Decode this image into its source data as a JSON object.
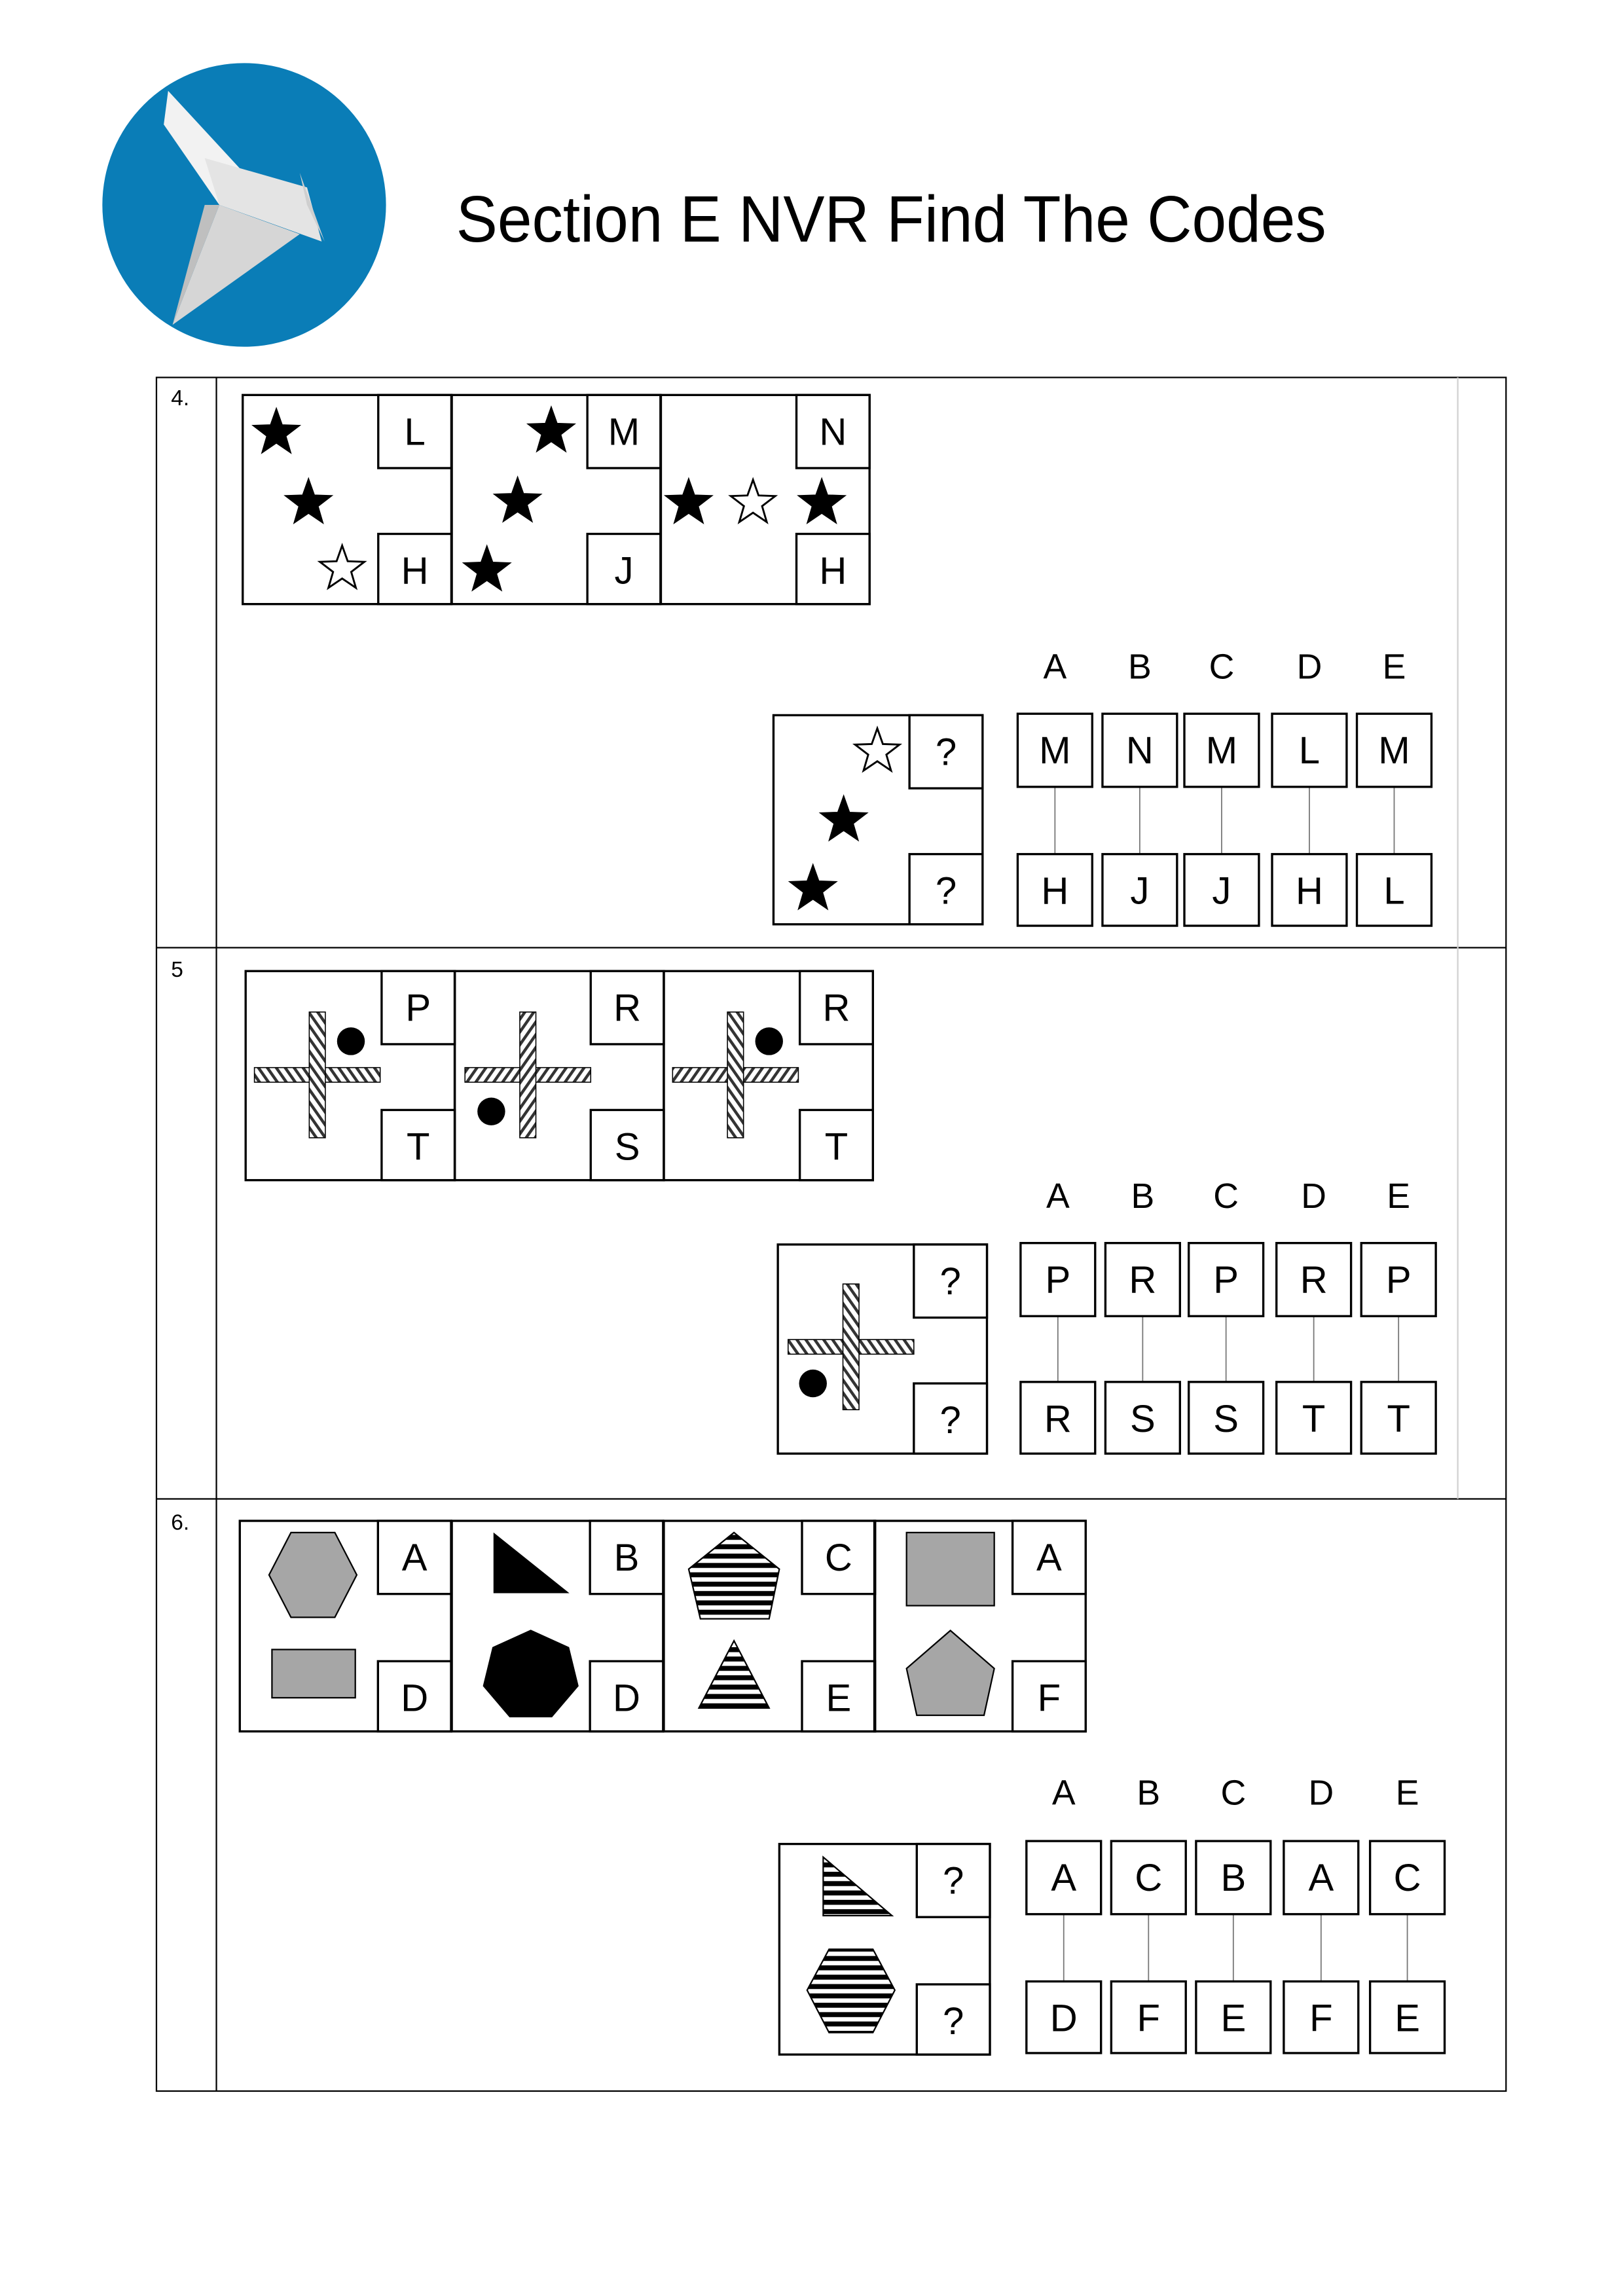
{
  "header": {
    "title": "Section E NVR Find The Codes",
    "logo": "origami-dove-logo"
  },
  "colors": {
    "logo_blue": "#0A7DB7",
    "shape_gray": "#A6A6A6",
    "ink": "#000000"
  },
  "questions": [
    {
      "number": "4.",
      "examples": [
        {
          "top": "L",
          "bottom": "H"
        },
        {
          "top": "M",
          "bottom": "J"
        },
        {
          "top": "N",
          "bottom": "H"
        }
      ],
      "question": {
        "top": "?",
        "bottom": "?"
      },
      "options": [
        {
          "label": "A",
          "top": "M",
          "bottom": "H"
        },
        {
          "label": "B",
          "top": "N",
          "bottom": "J"
        },
        {
          "label": "C",
          "top": "M",
          "bottom": "J"
        },
        {
          "label": "D",
          "top": "L",
          "bottom": "H"
        },
        {
          "label": "E",
          "top": "M",
          "bottom": "L"
        }
      ]
    },
    {
      "number": "5",
      "examples": [
        {
          "top": "P",
          "bottom": "T"
        },
        {
          "top": "R",
          "bottom": "S"
        },
        {
          "top": "R",
          "bottom": "T"
        }
      ],
      "question": {
        "top": "?",
        "bottom": "?"
      },
      "options": [
        {
          "label": "A",
          "top": "P",
          "bottom": "R"
        },
        {
          "label": "B",
          "top": "R",
          "bottom": "S"
        },
        {
          "label": "C",
          "top": "P",
          "bottom": "S"
        },
        {
          "label": "D",
          "top": "R",
          "bottom": "T"
        },
        {
          "label": "E",
          "top": "P",
          "bottom": "T"
        }
      ]
    },
    {
      "number": "6.",
      "examples": [
        {
          "top": "A",
          "bottom": "D"
        },
        {
          "top": "B",
          "bottom": "D"
        },
        {
          "top": "C",
          "bottom": "E"
        },
        {
          "top": "A",
          "bottom": "F"
        }
      ],
      "question": {
        "top": "?",
        "bottom": "?"
      },
      "options": [
        {
          "label": "A",
          "top": "A",
          "bottom": "D"
        },
        {
          "label": "B",
          "top": "C",
          "bottom": "F"
        },
        {
          "label": "C",
          "top": "B",
          "bottom": "E"
        },
        {
          "label": "D",
          "top": "A",
          "bottom": "F"
        },
        {
          "label": "E",
          "top": "C",
          "bottom": "E"
        }
      ]
    }
  ]
}
